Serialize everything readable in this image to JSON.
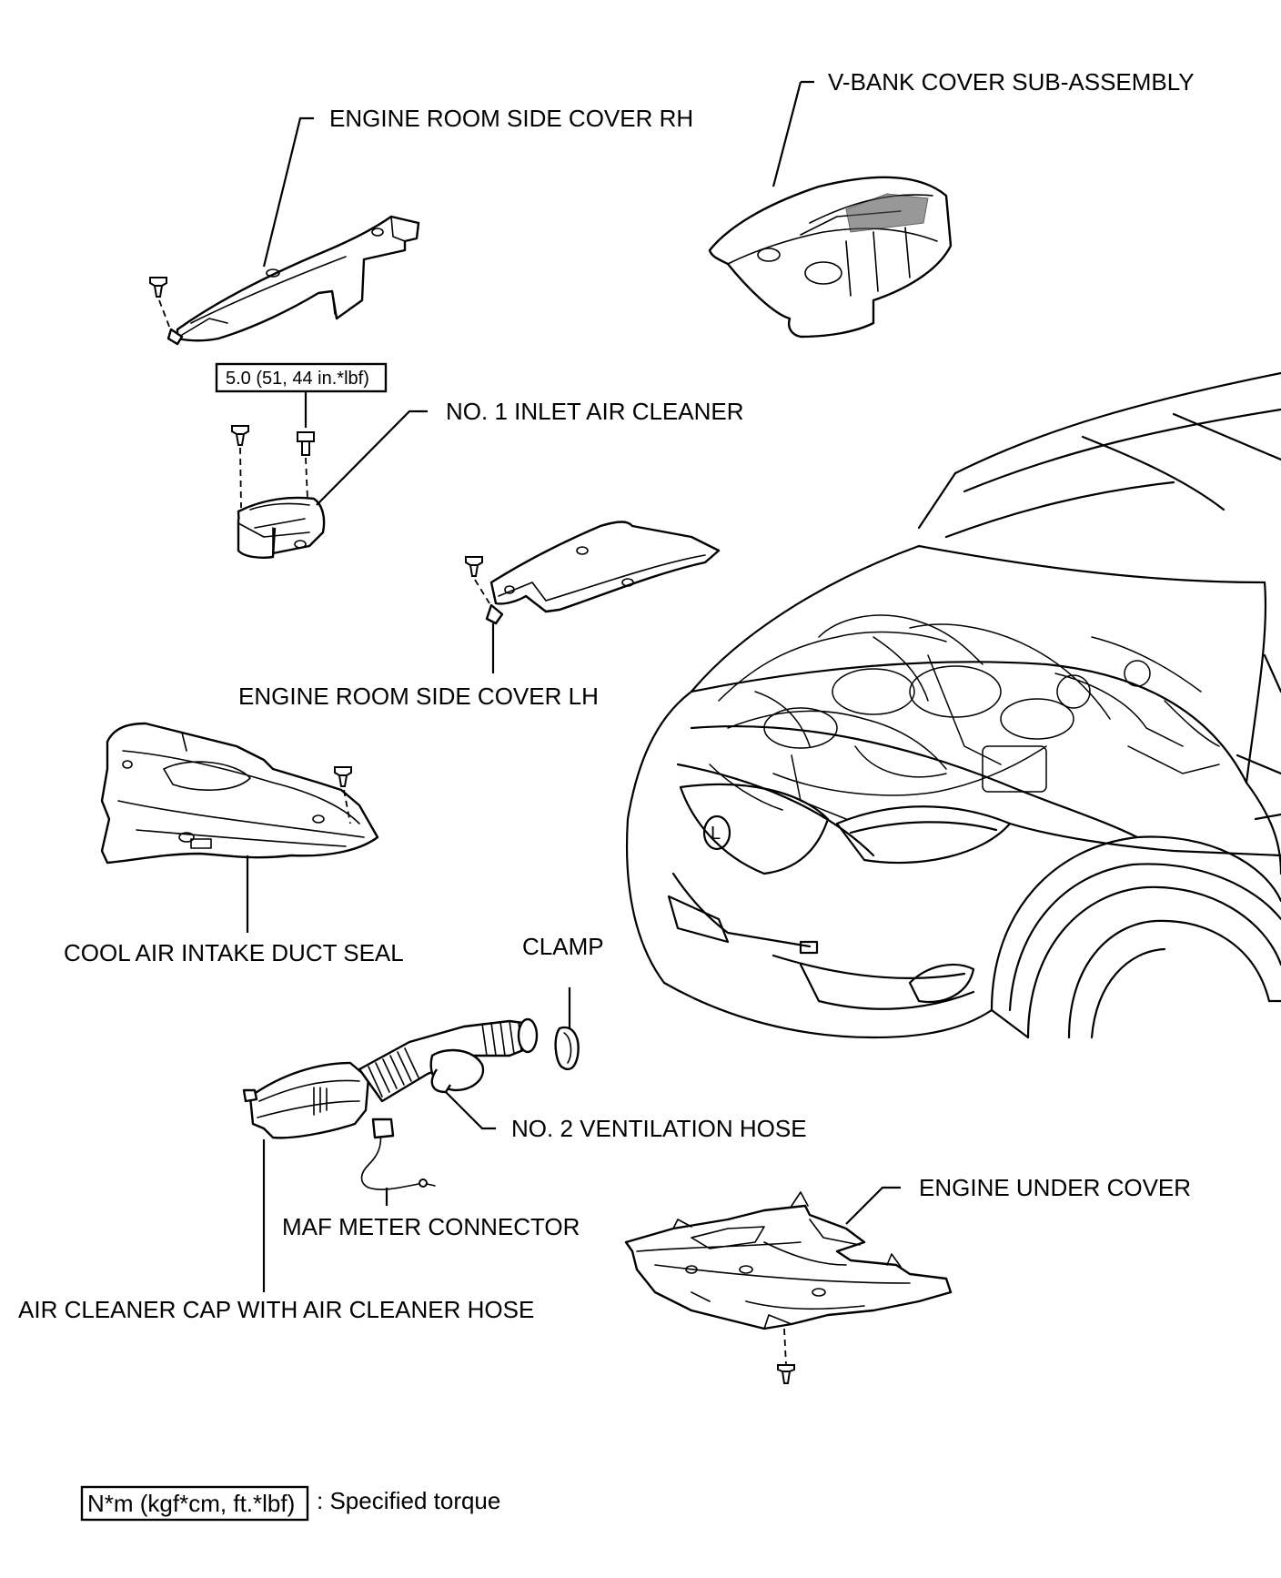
{
  "labels": {
    "v_bank_cover": "V-BANK COVER SUB-ASSEMBLY",
    "engine_room_side_cover_rh": "ENGINE ROOM SIDE COVER RH",
    "no1_inlet_air_cleaner": "NO. 1 INLET AIR CLEANER",
    "engine_room_side_cover_lh": "ENGINE ROOM SIDE COVER LH",
    "cool_air_intake_duct_seal": "COOL AIR INTAKE DUCT SEAL",
    "clamp": "CLAMP",
    "no2_ventilation_hose": "NO. 2 VENTILATION HOSE",
    "maf_meter_connector": "MAF METER CONNECTOR",
    "air_cleaner_cap": "AIR CLEANER CAP WITH AIR CLEANER HOSE",
    "engine_under_cover": "ENGINE UNDER COVER"
  },
  "torque": {
    "inlet_bolt": "5.0 (51, 44 in.*lbf)"
  },
  "legend": {
    "unit_box": "N*m (kgf*cm, ft.*lbf)",
    "description": ": Specified torque"
  }
}
